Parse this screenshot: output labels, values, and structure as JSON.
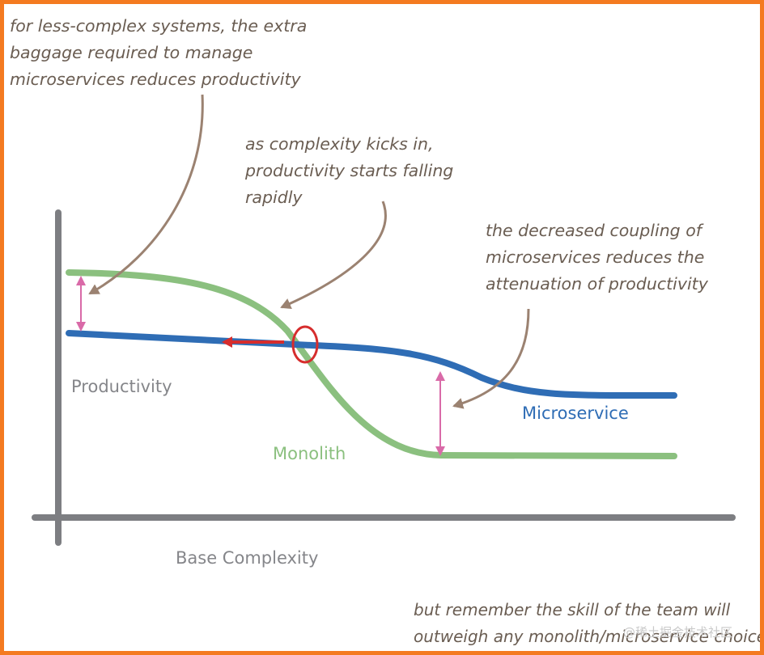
{
  "annotations": {
    "less_complex": [
      "for less-complex systems, the extra",
      "baggage required to manage",
      "microservices reduces productivity"
    ],
    "complexity_kicks": [
      "as complexity kicks in,",
      "productivity starts falling",
      "rapidly"
    ],
    "decreased_coupling": [
      "the decreased coupling of",
      "microservices reduces the",
      "attenuation of productivity"
    ],
    "skill_of_team": [
      "but remember the skill of the team will",
      "outweigh any monolith/microservice choice"
    ]
  },
  "axes": {
    "y_label": "Productivity",
    "x_label": "Base Complexity"
  },
  "series": {
    "monolith": {
      "name": "Monolith",
      "color": "#8bc07f"
    },
    "microservice": {
      "name": "Microservice",
      "color": "#2f6db5"
    }
  },
  "colors": {
    "frame": "#f47a20",
    "axis": "#7d7e82",
    "annotation_text": "#6a5d52",
    "annotation_arrow": "#9b8271",
    "gap_marker": "#d96aa8",
    "highlight": "#d62d2d"
  },
  "watermark": "@稀土掘金技术社区"
}
